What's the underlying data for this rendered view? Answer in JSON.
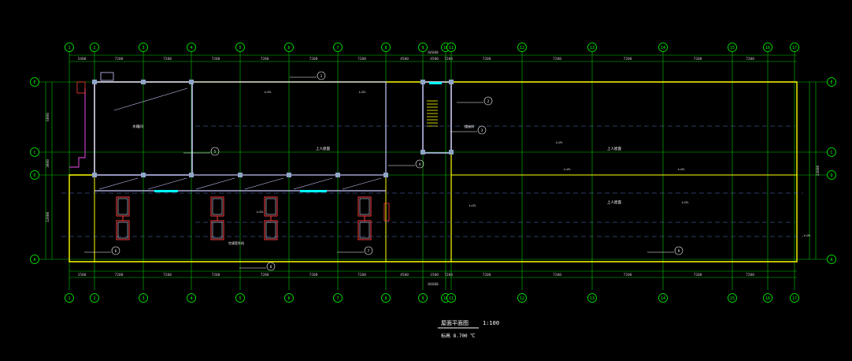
{
  "drawing": {
    "title": "屋面平面图",
    "scale": "1:100",
    "subtitle": "标高  8.700 ℃",
    "colors": {
      "background": "#000000",
      "grid_line": "#00c800",
      "grid_bubble": "#00ff00",
      "dim_text": "#c8c8c8",
      "wall": "#c8c8ff",
      "roof_edge": "#ffff00",
      "column": "#8fa6c8",
      "pipe": "#ff3b3b",
      "equipment": "#e0e0ff",
      "axis_dash": "#5a7ad0",
      "cyan": "#00ffff",
      "magenta": "#c040c0",
      "annotation": "#ffffff"
    }
  },
  "axes_columns": [
    "1",
    "2",
    "3",
    "4",
    "5",
    "6",
    "7",
    "8",
    "9",
    "10",
    "11",
    "12",
    "13",
    "14",
    "15",
    "16",
    "17"
  ],
  "axes_rows": [
    "E",
    "C",
    "D",
    "A"
  ],
  "dimensions_top": [
    "5400",
    "7200",
    "7200",
    "7200",
    "7200",
    "7200",
    "7200",
    "4500",
    "4500",
    "7200",
    "7200",
    "7200",
    "7200",
    "7200",
    "7200"
  ],
  "dimensions_bottom": [
    "1500",
    "7200",
    "7200",
    "7200",
    "7200",
    "7200",
    "7200",
    "4500",
    "1500",
    "7200",
    "7200",
    "7200",
    "7200",
    "7200",
    "7200"
  ],
  "overall_top": "84600",
  "overall_bottom": "84600",
  "dimensions_left": [
    "6000",
    "3000",
    "12000"
  ],
  "dimensions_right": [
    "24000"
  ],
  "notes": [
    "i=2%",
    "i=2%",
    "i=2%",
    "i=2%",
    "i=2%",
    "i=2%",
    "i=2%",
    "i=2%",
    "i=2%"
  ],
  "labels": {
    "stair": "楼梯间",
    "room_a": "上人屋面",
    "room_b": "上人屋面",
    "room_c": "上人屋面",
    "tank": "水箱间",
    "equip": "空调室外机"
  },
  "callouts": [
    "1",
    "2",
    "3",
    "4",
    "5",
    "6",
    "7",
    "8",
    "9"
  ]
}
